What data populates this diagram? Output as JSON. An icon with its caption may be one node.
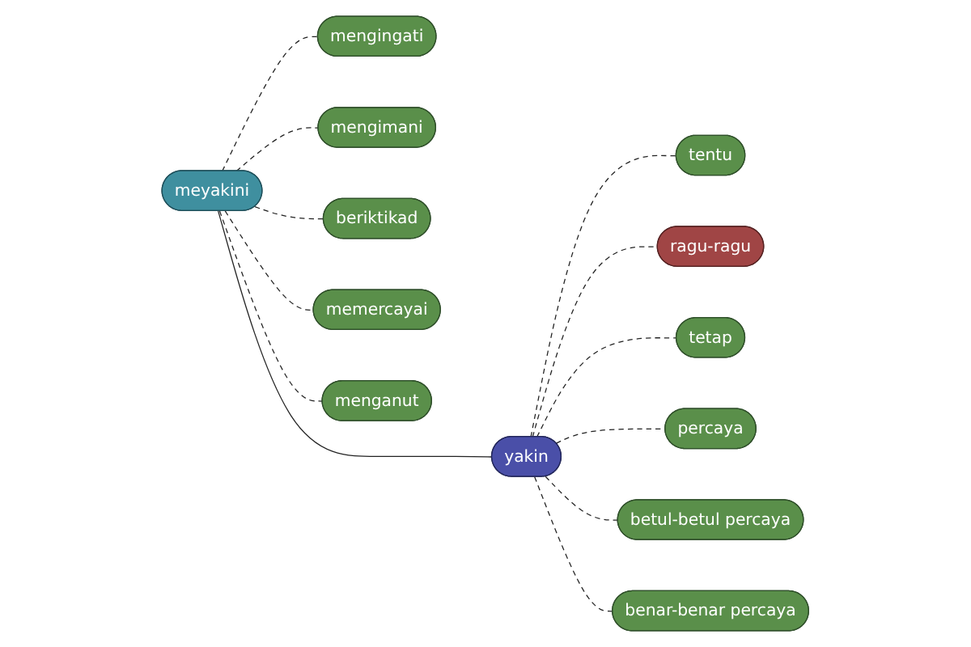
{
  "diagram": {
    "nodes": [
      {
        "text": [
          "mengingati"
        ]
      },
      {
        "text": [
          "mengimani"
        ]
      },
      {
        "text": [
          "beriktikad"
        ]
      },
      {
        "text": [
          "meyakini"
        ]
      },
      {
        "text": [
          "memercayai"
        ]
      },
      {
        "text": [
          "menganut"
        ]
      },
      {
        "text": [
          "tentu"
        ]
      },
      {
        "text": [
          "yakin"
        ]
      },
      {
        "text": [
          "ragu-ragu"
        ]
      },
      {
        "text": [
          "tetap"
        ]
      },
      {
        "text": [
          "percaya"
        ]
      },
      {
        "text": [
          "betul-betul percaya"
        ]
      },
      {
        "text": [
          "benar-benar percaya"
        ]
      }
    ],
    "edges": [
      {
        "from": 3,
        "to": 0,
        "arrow": "none",
        "style": "dashed"
      },
      {
        "from": 3,
        "to": 1,
        "arrow": "none",
        "style": "dashed"
      },
      {
        "from": 3,
        "to": 2,
        "arrow": "none",
        "style": "dashed"
      },
      {
        "from": 3,
        "to": 4,
        "arrow": "none",
        "style": "dashed"
      },
      {
        "from": 3,
        "to": 5,
        "arrow": "none",
        "style": "dashed"
      },
      {
        "from": 3,
        "to": 7,
        "arrow": "none"
      },
      {
        "from": 7,
        "to": 6,
        "arrow": "none",
        "style": "dashed"
      },
      {
        "from": 7,
        "to": 8,
        "arrow": "none",
        "style": "dashed"
      },
      {
        "from": 7,
        "to": 9,
        "arrow": "none",
        "style": "dashed"
      },
      {
        "from": 7,
        "to": 10,
        "arrow": "none",
        "style": "dashed"
      },
      {
        "from": 7,
        "to": 11,
        "arrow": "none",
        "style": "dashed"
      },
      {
        "from": 7,
        "to": 12,
        "arrow": "none",
        "style": "dashed"
      }
    ]
  }
}
